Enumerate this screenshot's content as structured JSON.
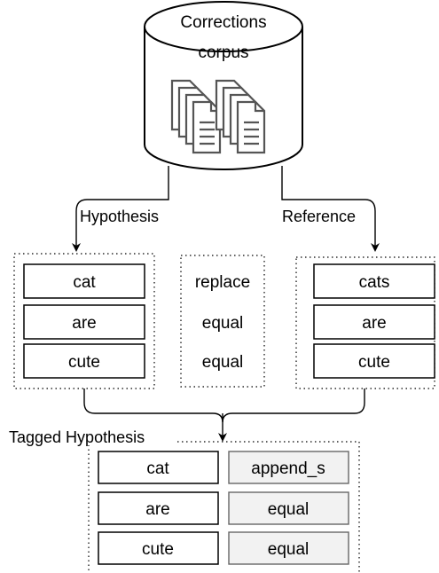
{
  "database": {
    "title_line1": "Corrections",
    "title_line2": "corpus",
    "icon": "documents-icon"
  },
  "edges": {
    "hypothesis_label": "Hypothesis",
    "reference_label": "Reference",
    "tagged_label": "Tagged Hypothesis"
  },
  "hypothesis_tokens": [
    "cat",
    "are",
    "cute"
  ],
  "operations": [
    "replace",
    "equal",
    "equal"
  ],
  "reference_tokens": [
    "cats",
    "are",
    "cute"
  ],
  "tagged": {
    "tokens": [
      "cat",
      "are",
      "cute"
    ],
    "tags": [
      "append_s",
      "equal",
      "equal"
    ]
  },
  "colors": {
    "tag_fill": "#f2f2f2",
    "tag_border": "#666666",
    "stroke": "#000000"
  }
}
